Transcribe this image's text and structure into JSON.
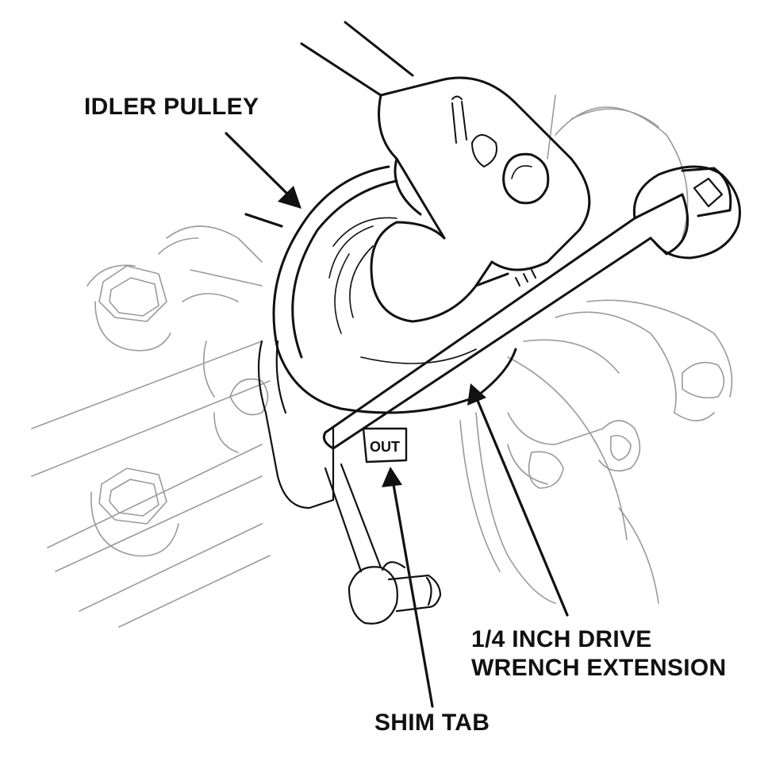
{
  "labels": {
    "idler_pulley": "IDLER PULLEY",
    "extension_line1": "1/4 INCH DRIVE",
    "extension_line2": "WRENCH EXTENSION",
    "shim_tab": "SHIM TAB",
    "shim_marking": "OUT"
  },
  "colors": {
    "ink": "#111111",
    "background": "#ffffff",
    "light_line": "#8a8a8a"
  }
}
